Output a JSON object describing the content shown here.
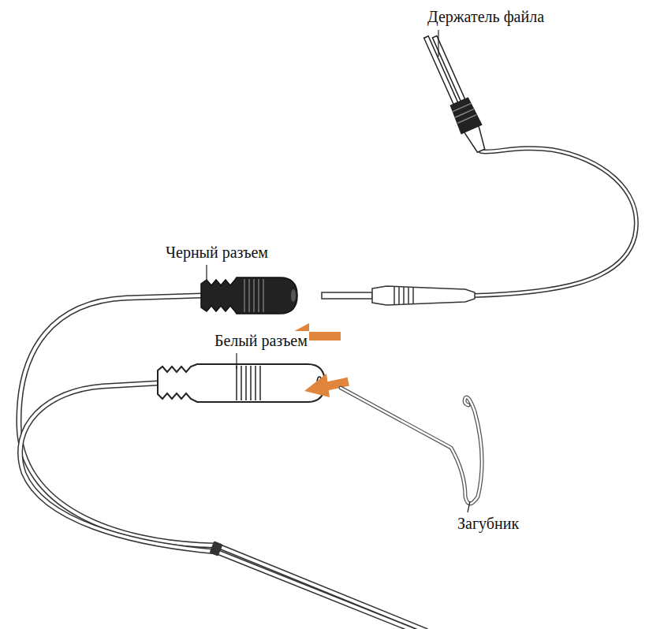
{
  "diagram": {
    "labels": [
      "Держатель файла",
      "Черный разъем",
      "Белый разъем",
      "Загубник"
    ]
  }
}
